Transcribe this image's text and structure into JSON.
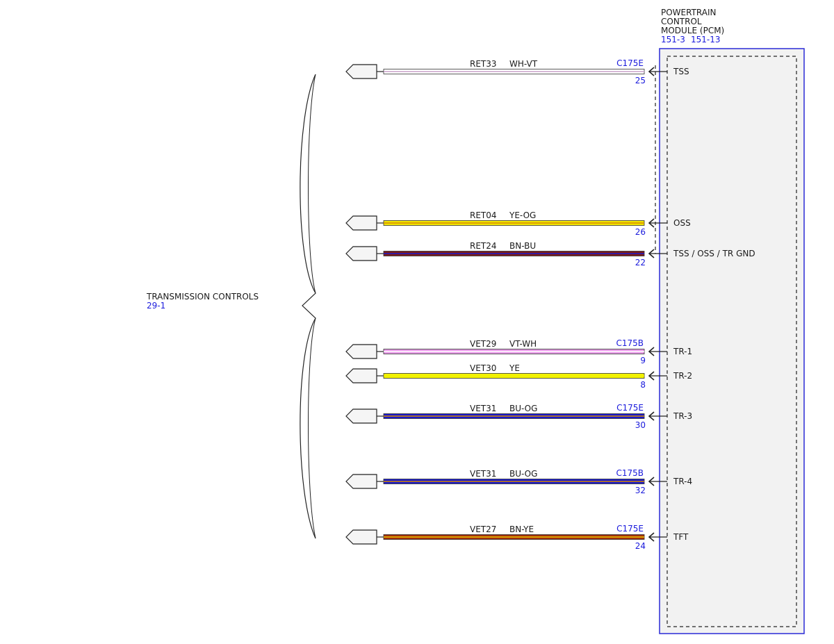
{
  "module": {
    "name_lines": [
      "POWERTRAIN",
      "CONTROL",
      "MODULE (PCM)"
    ],
    "refs": [
      "151-3",
      "151-13"
    ],
    "border_color": "#2a2ad6",
    "fill_color": "#f2f2f2"
  },
  "group": {
    "label": "TRANSMISSION CONTROLS",
    "ref": "29-1"
  },
  "circuits": [
    {
      "circuit": "RET33",
      "color_code": "WH-VT",
      "connector": "C175E",
      "pin": "25",
      "signal": "TSS",
      "color_main": "#ffffff",
      "color_stripe": "#c8a0c8"
    },
    {
      "circuit": "RET04",
      "color_code": "YE-OG",
      "connector": "",
      "pin": "26",
      "signal": "OSS",
      "color_main": "#f2e600",
      "color_stripe": "#d68a00"
    },
    {
      "circuit": "RET24",
      "color_code": "BN-BU",
      "connector": "",
      "pin": "22",
      "signal": "TSS / OSS / TR GND",
      "color_main": "#7a1a1a",
      "color_stripe": "#1a1acc"
    },
    {
      "circuit": "VET29",
      "color_code": "VT-WH",
      "connector": "C175B",
      "pin": "9",
      "signal": "TR-1",
      "color_main": "#e89ae8",
      "color_stripe": "#ffffff"
    },
    {
      "circuit": "VET30",
      "color_code": "YE",
      "connector": "",
      "pin": "8",
      "signal": "TR-2",
      "color_main": "#f2f200",
      "color_stripe": "#f2f200"
    },
    {
      "circuit": "VET31",
      "color_code": "BU-OG",
      "connector": "C175E",
      "pin": "30",
      "signal": "TR-3",
      "color_main": "#1a1acc",
      "color_stripe": "#d68a00"
    },
    {
      "circuit": "VET31",
      "color_code": "BU-OG",
      "connector": "C175B",
      "pin": "32",
      "signal": "TR-4",
      "color_main": "#1a1acc",
      "color_stripe": "#d68a00"
    },
    {
      "circuit": "VET27",
      "color_code": "BN-YE",
      "connector": "C175E",
      "pin": "24",
      "signal": "TFT",
      "color_main": "#a0300a",
      "color_stripe": "#f2c800"
    }
  ]
}
